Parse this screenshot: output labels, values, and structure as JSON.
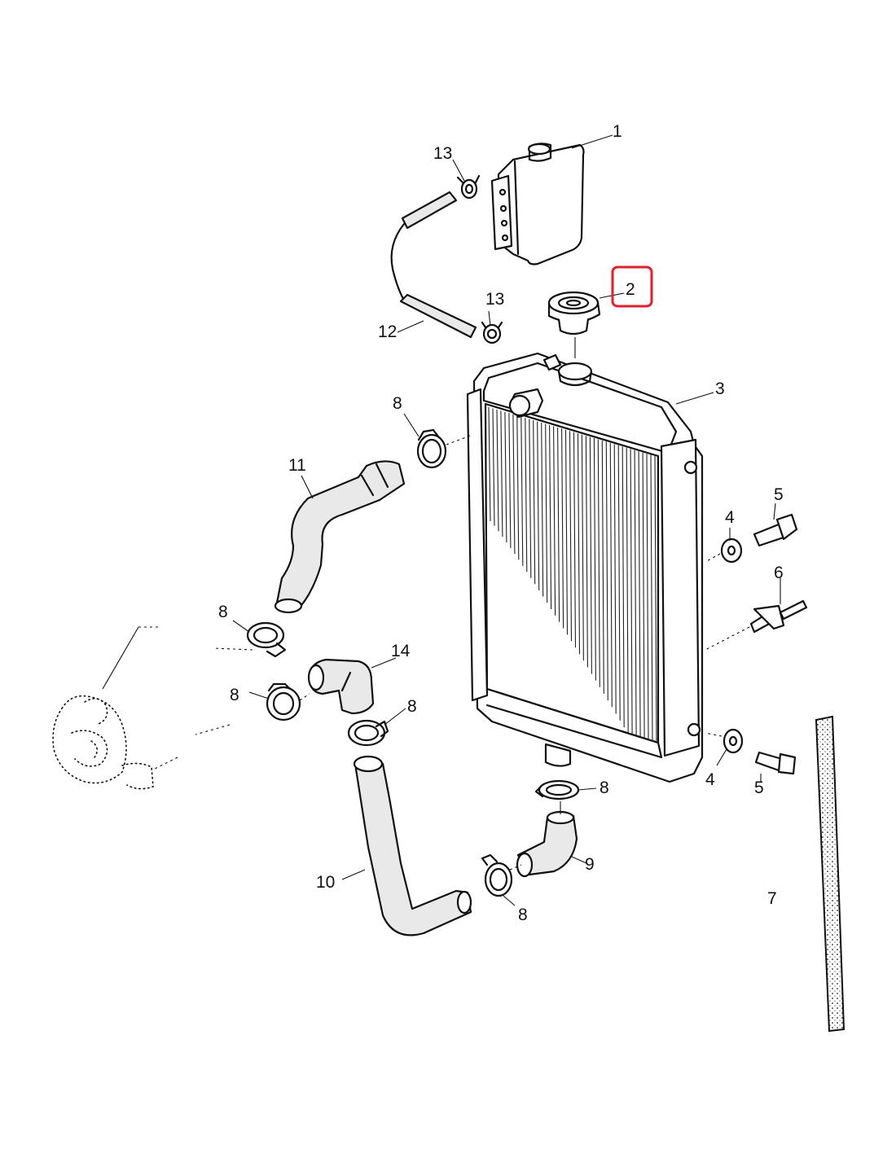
{
  "callouts": {
    "c1": "1",
    "c2": "2",
    "c3": "3",
    "c4a": "4",
    "c4b": "4",
    "c5a": "5",
    "c5b": "5",
    "c6": "6",
    "c7": "7",
    "c8a": "8",
    "c8b": "8",
    "c8c": "8",
    "c8d": "8",
    "c8e": "8",
    "c8f": "8",
    "c9": "9",
    "c10": "10",
    "c11": "11",
    "c12": "12",
    "c13a": "13",
    "c13b": "13",
    "c14": "14"
  },
  "highlight": {
    "target": "2",
    "color": "#e0202e"
  }
}
